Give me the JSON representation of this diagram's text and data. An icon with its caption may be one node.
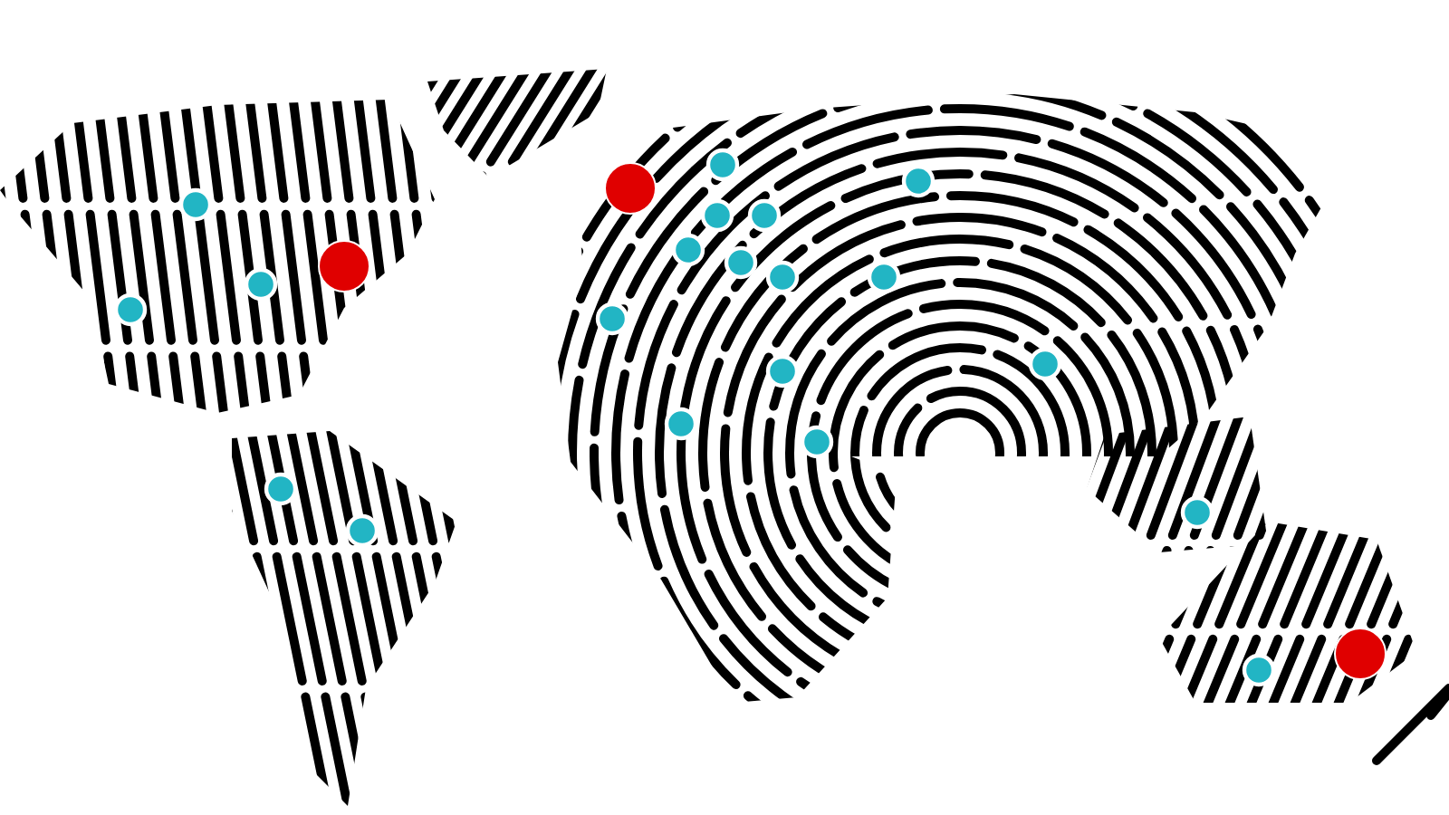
{
  "diagram": {
    "nodes": [
      {
        "text": [],
        "shape": "circle"
      },
      {
        "text": [],
        "shape": "circle"
      },
      {
        "text": [],
        "shape": "circle"
      },
      {
        "text": [],
        "shape": "circle"
      },
      {
        "text": [],
        "shape": "circle"
      },
      {
        "text": [],
        "shape": "circle"
      },
      {
        "text": [],
        "shape": "circle"
      },
      {
        "text": [],
        "shape": "circle"
      },
      {
        "text": [],
        "shape": "circle"
      },
      {
        "text": [],
        "shape": "circle"
      },
      {
        "text": [],
        "shape": "circle"
      },
      {
        "text": [],
        "shape": "circle"
      },
      {
        "text": [],
        "shape": "circle"
      },
      {
        "text": [],
        "shape": "circle"
      },
      {
        "text": [],
        "shape": "circle"
      },
      {
        "text": [],
        "shape": "circle"
      },
      {
        "text": [],
        "shape": "circle"
      },
      {
        "text": [],
        "shape": "circle"
      },
      {
        "text": [],
        "shape": "circle"
      },
      {
        "text": [],
        "shape": "circle"
      },
      {
        "text": [],
        "shape": "circle"
      },
      {
        "text": [],
        "shape": "circle"
      },
      {
        "text": [],
        "shape": "circle"
      }
    ]
  }
}
